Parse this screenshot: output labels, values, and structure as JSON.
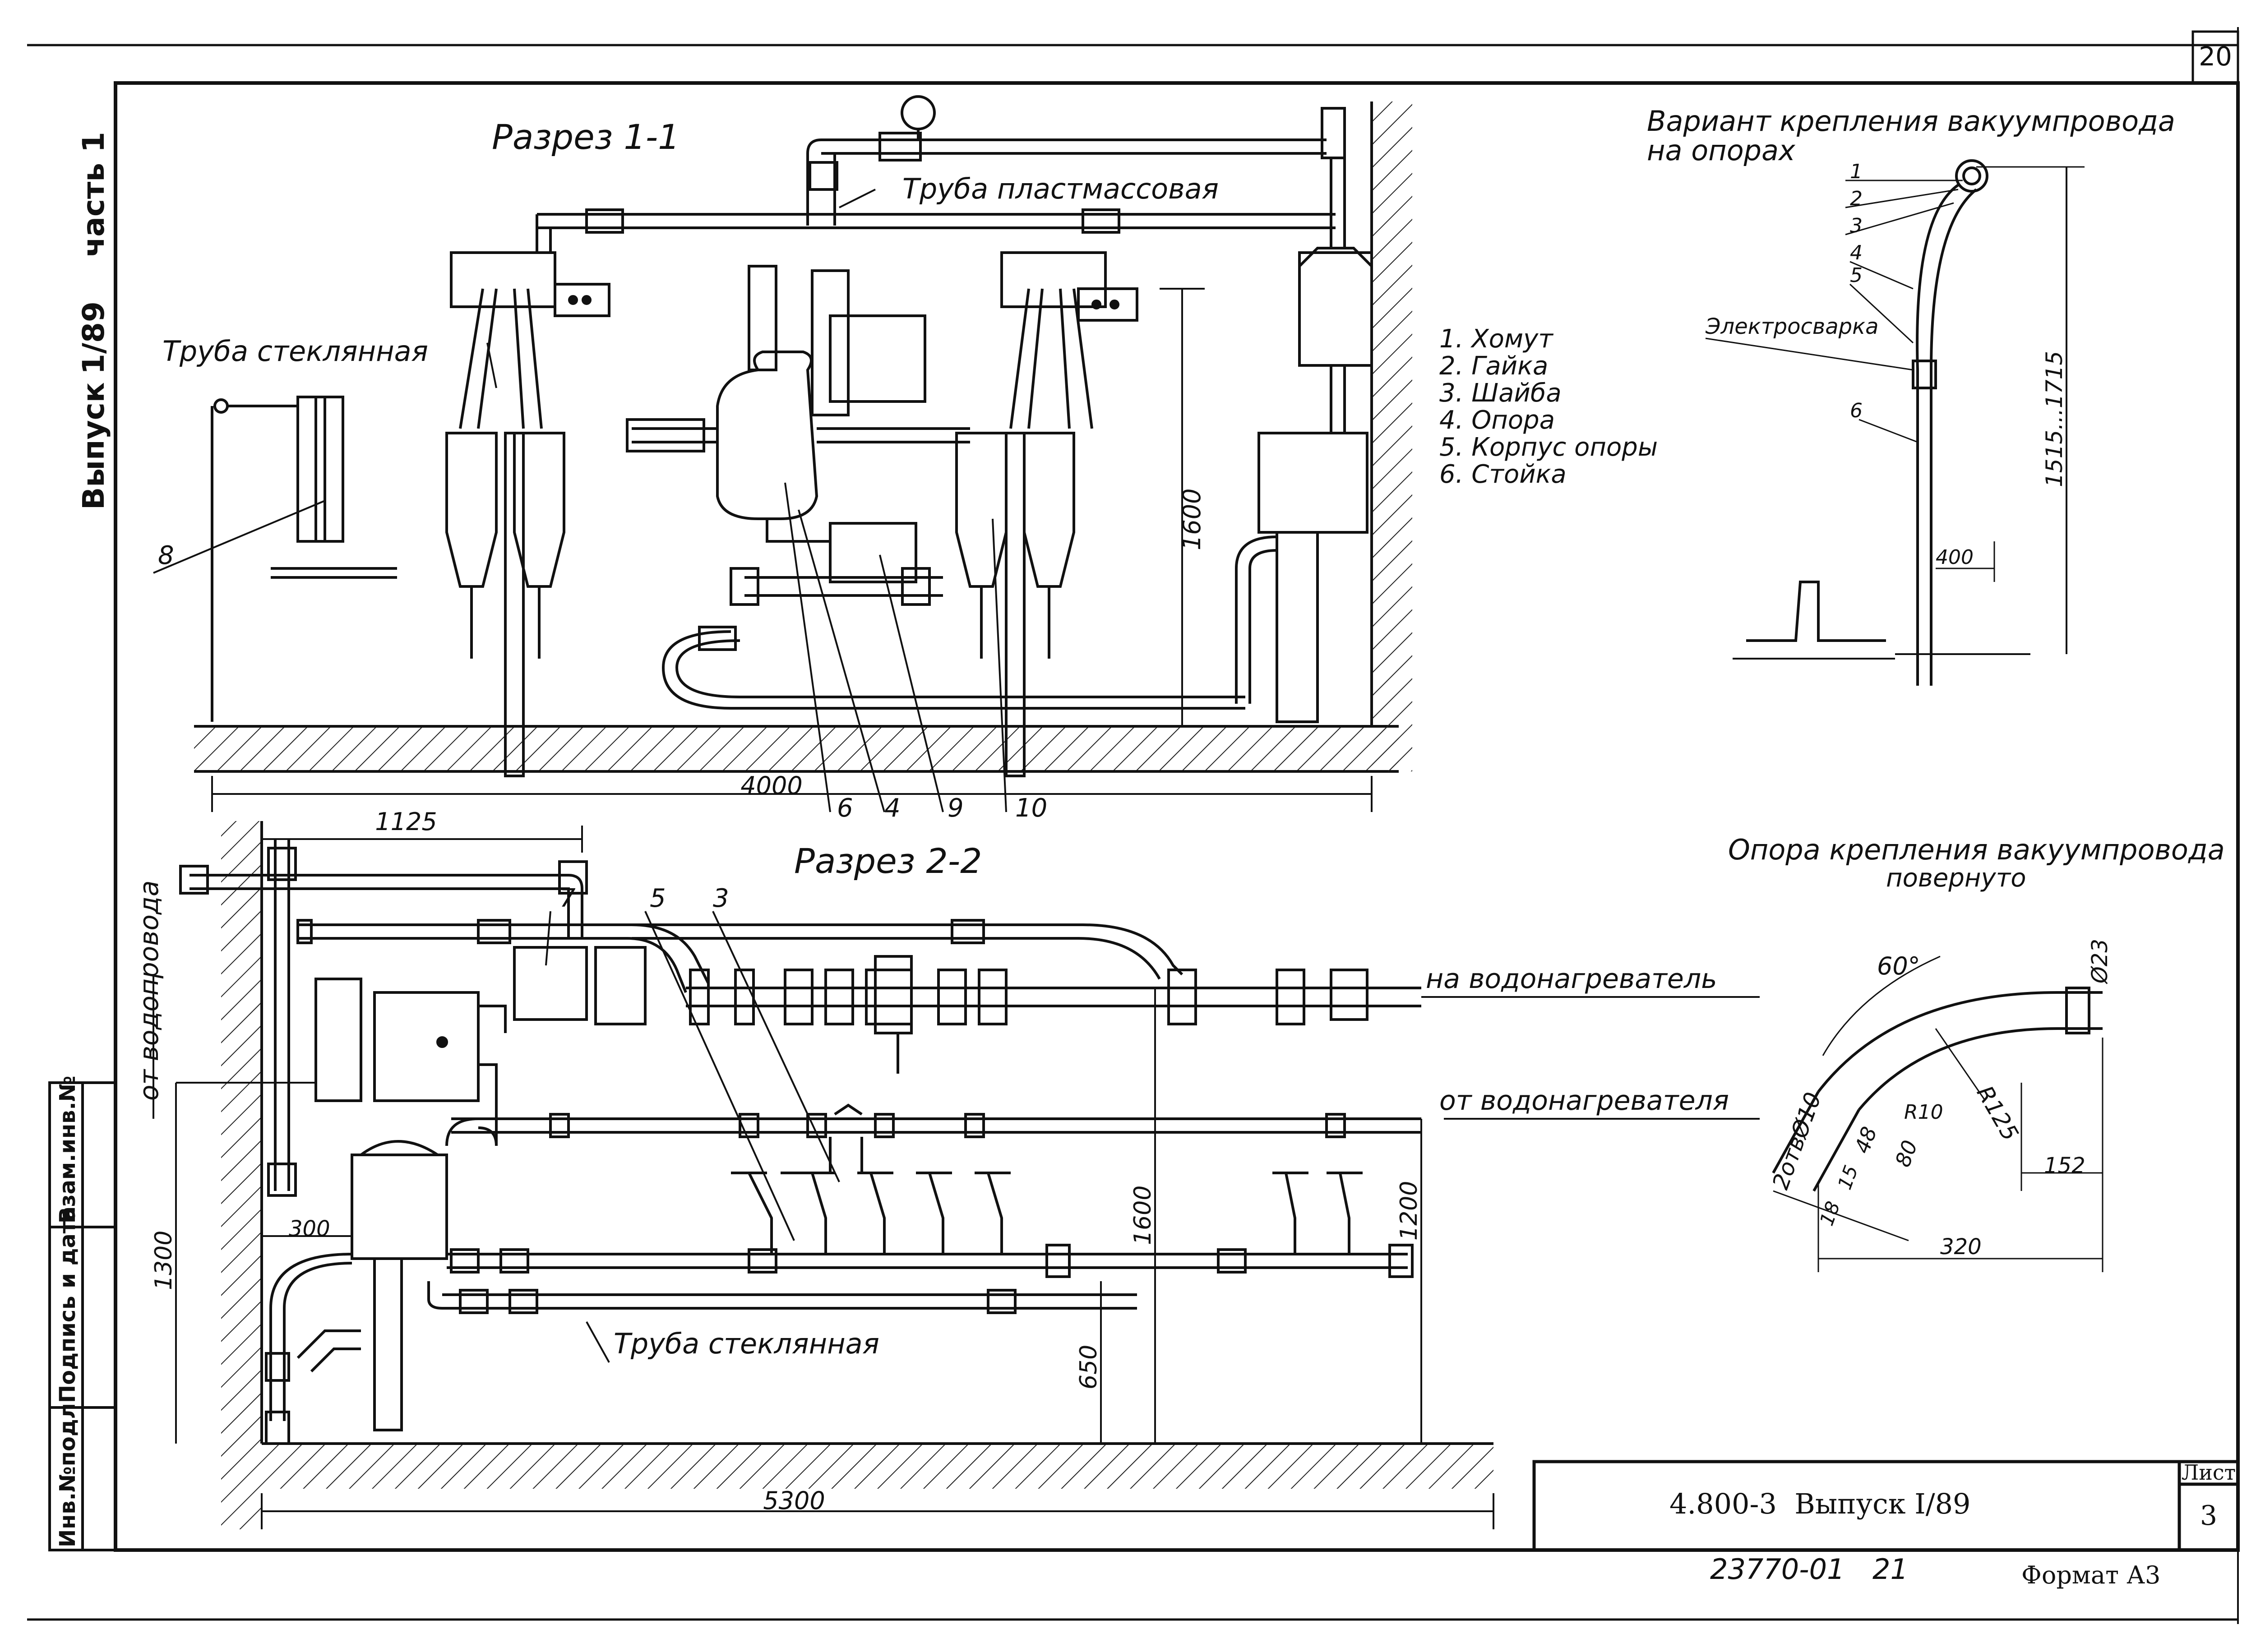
{
  "sheet": {
    "page_number": "20",
    "side_stamp": "Выпуск 1/89 часть 1",
    "side_stamp_series": "Выпуск",
    "side_stamp_issue": "1/89",
    "side_stamp_part": "часть 1",
    "stamp_columns": [
      "Инв.№подл.",
      "Подпись и дата",
      "Взам.инв.№"
    ],
    "title_block": {
      "designation": "4.800-3  Выпуск I/89",
      "list_label": "Лист",
      "list_number": "3"
    },
    "bottom_code": "23770-01",
    "bottom_num": "21",
    "format": "Формат А3"
  },
  "section11": {
    "title": "Разрез 1-1",
    "label_plastic_pipe": "Труба пластмассовая",
    "label_glass_pipe": "Труба стеклянная",
    "dim_width": "4000",
    "dim_height": "1600",
    "callouts": [
      "8",
      "6",
      "4",
      "9",
      "10"
    ]
  },
  "legend": [
    "1. Хомут",
    "2. Гайка",
    "3. Шайба",
    "4. Опора",
    "5. Корпус опоры",
    "6. Стойка"
  ],
  "variant": {
    "title_line1": "Вариант крепления вакуумпровода",
    "title_line2": "на опорах",
    "callouts": [
      "1",
      "2",
      "3",
      "4",
      "5",
      "6"
    ],
    "label_weld": "Электросварка",
    "dim_height": "1515...1715",
    "dim_400": "400"
  },
  "support": {
    "title_line1": "Опора крепления вакуумпровода",
    "title_line2": "повернуто",
    "angle": "60°",
    "dia": "Ø23",
    "radius": "R125",
    "r10": "R10",
    "holes": "2отвØ10",
    "d48": "48",
    "d80": "80",
    "d15": "15",
    "d18": "18",
    "d152": "152",
    "d320": "320"
  },
  "section22": {
    "title": "Разрез 2-2",
    "label_from_water": "от водопровода",
    "label_to_heater": "на водонагреватель",
    "label_from_heater": "от водонагревателя",
    "label_glass_pipe": "Труба стеклянная",
    "dim_1125": "1125",
    "dim_300": "300",
    "dim_1300": "1300",
    "dim_1600": "1600",
    "dim_1200": "1200",
    "dim_650": "650",
    "dim_5300": "5300",
    "callouts": [
      "7",
      "5",
      "3"
    ]
  }
}
